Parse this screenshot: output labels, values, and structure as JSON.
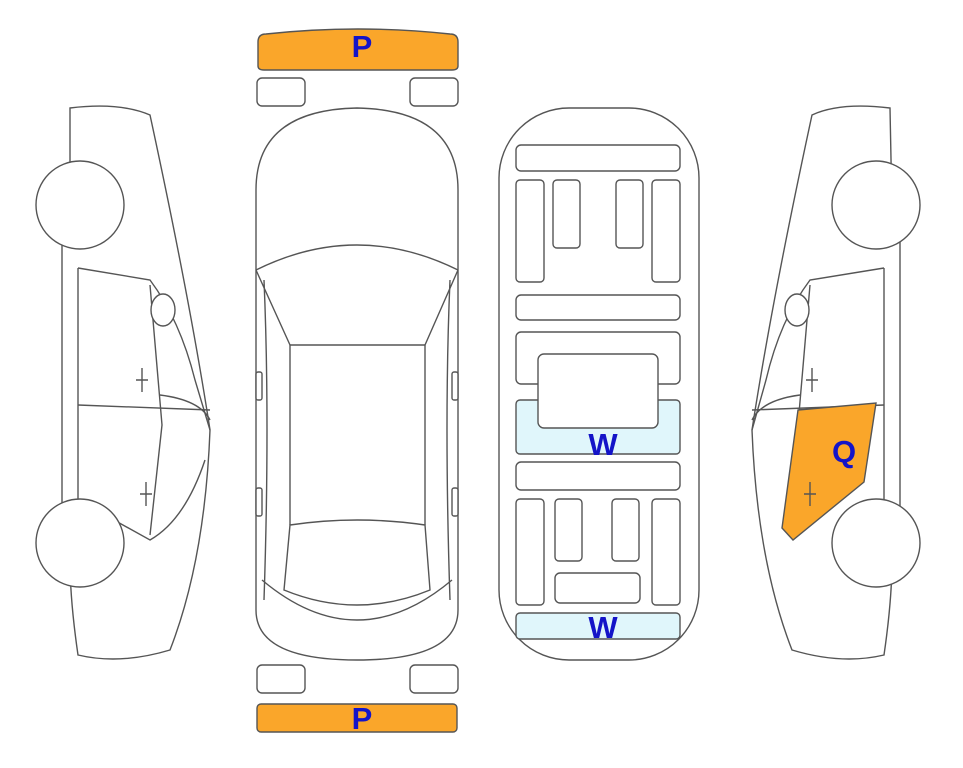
{
  "colors": {
    "outline": "#555555",
    "highlight_orange": "#faa62a",
    "highlight_blue": "#e0f6fb",
    "label": "#1414c8"
  },
  "markers": {
    "front_bumper": "P",
    "rear_bumper": "P",
    "right_rear_door": "Q",
    "windshield": "W",
    "rear_window": "W"
  }
}
